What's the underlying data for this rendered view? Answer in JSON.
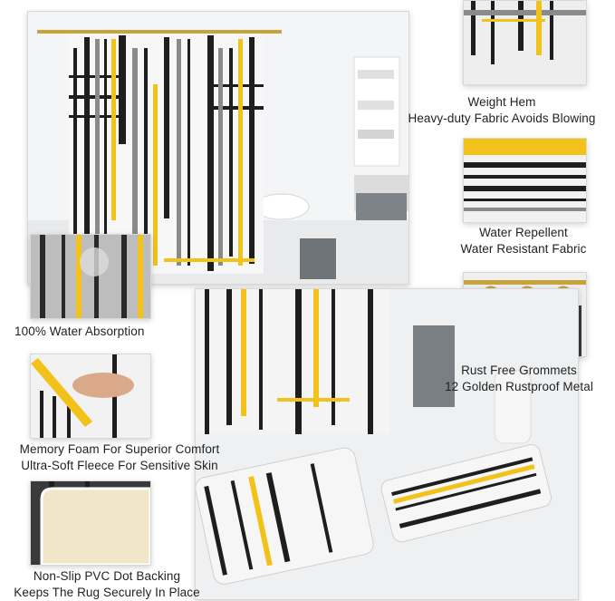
{
  "features": [
    {
      "line1": "Weight Hem",
      "line2": "Heavy-duty Fabric Avoids Blowing"
    },
    {
      "line1": "Water Repellent",
      "line2": "Water Resistant Fabric"
    },
    {
      "line1": "100% Water Absorption"
    },
    {
      "line1": "Rust Free Grommets",
      "line2": "12 Golden Rustproof Metal"
    },
    {
      "line1": "Memory Foam For Superior Comfort",
      "line2": "Ultra-Soft Fleece For Sensitive Skin"
    },
    {
      "line1": "Non-Slip PVC Dot Backing",
      "line2": "Keeps The Rug Securely In Place"
    }
  ],
  "colors": {
    "accent_yellow": "#f2c21b",
    "stroke_black": "#1e1e1e",
    "stroke_gray": "#8a8a8a",
    "rod_gold": "#c9a23a",
    "tile": "#eef0f2"
  }
}
